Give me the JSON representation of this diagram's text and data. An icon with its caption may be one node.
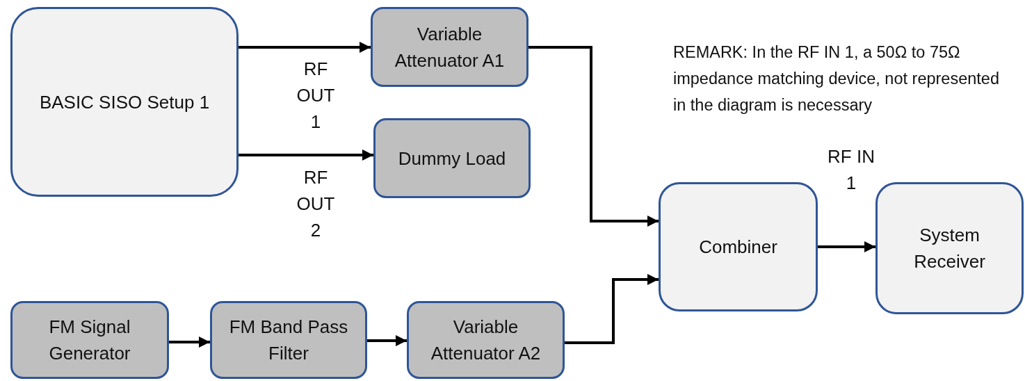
{
  "diagram": {
    "nodes": [
      {
        "text": [
          "BASIC SISO Setup 1"
        ]
      },
      {
        "text": [
          "Variable Attenuator A1"
        ]
      },
      {
        "text": [
          "Dummy Load"
        ]
      },
      {
        "text": [
          "Combiner"
        ]
      },
      {
        "text": [
          "System Receiver"
        ]
      },
      {
        "text": [
          "FM Signal Generator"
        ]
      },
      {
        "text": [
          "FM Band Pass Filter"
        ]
      },
      {
        "text": [
          "Variable Attenuator A2"
        ]
      }
    ],
    "edges": [
      {
        "from": 0,
        "to": 1,
        "arrow": "to",
        "label": "RF OUT 1"
      },
      {
        "from": 0,
        "to": 2,
        "arrow": "to",
        "label": "RF OUT 2"
      },
      {
        "from": 1,
        "to": 3,
        "arrow": "to"
      },
      {
        "from": 3,
        "to": 4,
        "arrow": "to",
        "label": "RF IN 1"
      },
      {
        "from": 5,
        "to": 6,
        "arrow": "to"
      },
      {
        "from": 6,
        "to": 7,
        "arrow": "to"
      },
      {
        "from": 7,
        "to": 3,
        "arrow": "to"
      }
    ],
    "labels": [
      "REMARK: In the RF IN 1, a 50Ω to 75Ω impedance matching device, not represented in the diagram is necessary"
    ]
  }
}
